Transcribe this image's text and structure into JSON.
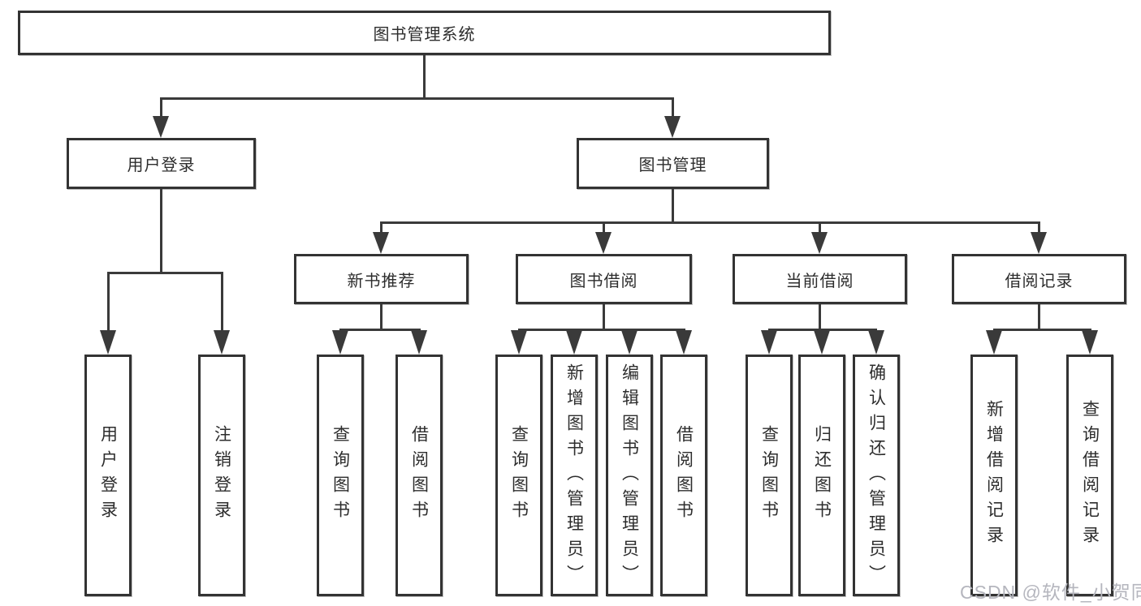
{
  "diagram": {
    "root": {
      "label": "图书管理系统",
      "children": [
        {
          "label": "用户登录",
          "children": [
            {
              "label": "用户登录"
            },
            {
              "label": "注销登录"
            }
          ]
        },
        {
          "label": "图书管理",
          "children": [
            {
              "label": "新书推荐",
              "children": [
                {
                  "label": "查询图书"
                },
                {
                  "label": "借阅图书"
                }
              ]
            },
            {
              "label": "图书借阅",
              "children": [
                {
                  "label": "查询图书"
                },
                {
                  "label": "新增图书（管理员）"
                },
                {
                  "label": "编辑图书（管理员）"
                },
                {
                  "label": "借阅图书"
                }
              ]
            },
            {
              "label": "当前借阅",
              "children": [
                {
                  "label": "查询图书"
                },
                {
                  "label": "归还图书"
                },
                {
                  "label": "确认归还（管理员）"
                }
              ]
            },
            {
              "label": "借阅记录",
              "children": [
                {
                  "label": "新增借阅记录"
                },
                {
                  "label": "查询借阅记录"
                }
              ]
            }
          ]
        }
      ]
    }
  },
  "watermark": {
    "text": "CSDN @软件_小贺同学",
    "color": "#b5b6be"
  },
  "colors": {
    "line": "#3a3a3a",
    "box_border": "#333333",
    "text": "#2d2d2d",
    "background": "#ffffff"
  }
}
